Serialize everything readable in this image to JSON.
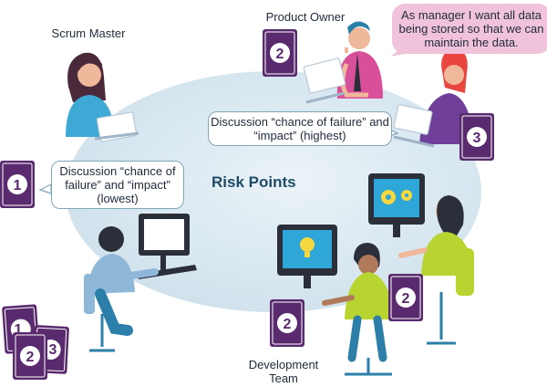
{
  "roles": {
    "scrum_master": "Scrum Master",
    "product_owner": "Product Owner",
    "dev_team": "Development\nTeam"
  },
  "user_story": "As manager I want all data being stored so that we can maintain the data.",
  "table_title": "Risk Points",
  "discussions": {
    "highest": "Discussion “chance of failure” and “impact” (highest)",
    "lowest": "Discussion “chance of failure” and “impact” (lowest)"
  },
  "cards": {
    "product_owner": "2",
    "stakeholder": "3",
    "scrum_master": "1",
    "dev_left": "2",
    "dev_right": "2",
    "deck_a": "1",
    "deck_b": "2",
    "deck_c": "3"
  },
  "colors": {
    "card": "#5a2a6e",
    "table": "#d9e8f0",
    "bubble_border": "#7fa7b8",
    "title": "#1f4a66",
    "pink": "#f1c3da"
  }
}
